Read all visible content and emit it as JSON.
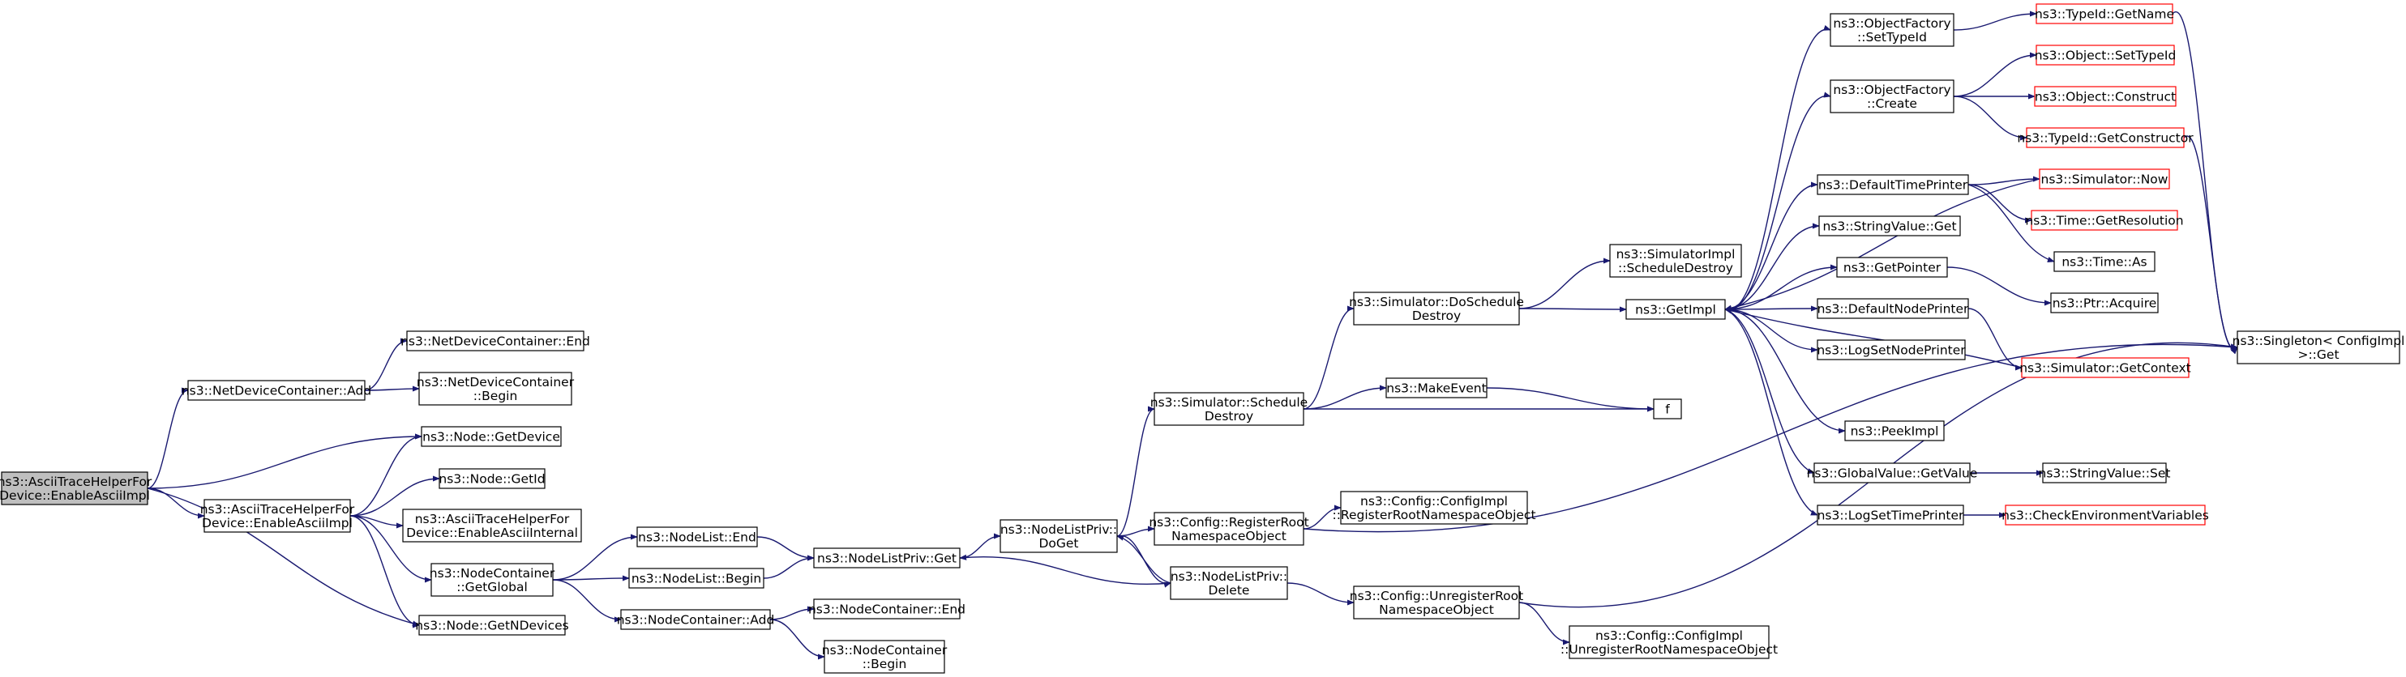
{
  "colors": {
    "edge": "#191970",
    "root_fill": "#bfbfbf",
    "node_border": "#000000",
    "external_border": "#ff0000",
    "external_text": "#ff0000",
    "text": "#000000"
  },
  "nodes": {
    "n_root": {
      "lines": [
        "ns3::AsciiTraceHelperFor",
        "Device::EnableAsciiImpl"
      ],
      "kind": "root"
    },
    "n_ndc_add": {
      "lines": [
        "ns3::NetDeviceContainer::Add"
      ],
      "kind": "normal"
    },
    "n_ndc_end": {
      "lines": [
        "ns3::NetDeviceContainer::End"
      ],
      "kind": "normal"
    },
    "n_ndc_begin": {
      "lines": [
        "ns3::NetDeviceContainer",
        "::Begin"
      ],
      "kind": "normal"
    },
    "n_getdevice": {
      "lines": [
        "ns3::Node::GetDevice"
      ],
      "kind": "normal"
    },
    "n_ath_impl": {
      "lines": [
        "ns3::AsciiTraceHelperFor",
        "Device::EnableAsciiImpl"
      ],
      "kind": "normal"
    },
    "n_getid": {
      "lines": [
        "ns3::Node::GetId"
      ],
      "kind": "normal"
    },
    "n_ath_int": {
      "lines": [
        "ns3::AsciiTraceHelperFor",
        "Device::EnableAsciiInternal"
      ],
      "kind": "normal"
    },
    "n_nc_global": {
      "lines": [
        "ns3::NodeContainer",
        "::GetGlobal"
      ],
      "kind": "normal"
    },
    "n_getndev": {
      "lines": [
        "ns3::Node::GetNDevices"
      ],
      "kind": "normal"
    },
    "n_nl_end": {
      "lines": [
        "ns3::NodeList::End"
      ],
      "kind": "normal"
    },
    "n_nl_begin": {
      "lines": [
        "ns3::NodeList::Begin"
      ],
      "kind": "normal"
    },
    "n_nc_add": {
      "lines": [
        "ns3::NodeContainer::Add"
      ],
      "kind": "normal"
    },
    "n_nlp_get": {
      "lines": [
        "ns3::NodeListPriv::Get"
      ],
      "kind": "normal"
    },
    "n_nc_end": {
      "lines": [
        "ns3::NodeContainer::End"
      ],
      "kind": "normal"
    },
    "n_nc_begin": {
      "lines": [
        "ns3::NodeContainer",
        "::Begin"
      ],
      "kind": "normal"
    },
    "n_nlp_doget": {
      "lines": [
        "ns3::NodeListPriv::",
        "DoGet"
      ],
      "kind": "normal"
    },
    "n_nlp_del": {
      "lines": [
        "ns3::NodeListPriv::",
        "Delete"
      ],
      "kind": "normal"
    },
    "n_sim_sched": {
      "lines": [
        "ns3::Simulator::Schedule",
        "Destroy"
      ],
      "kind": "normal"
    },
    "n_cfg_reg": {
      "lines": [
        "ns3::Config::RegisterRoot",
        "NamespaceObject"
      ],
      "kind": "normal"
    },
    "n_cfgimpl_reg": {
      "lines": [
        "ns3::Config::ConfigImpl",
        "::RegisterRootNamespaceObject"
      ],
      "kind": "normal"
    },
    "n_cfg_unreg": {
      "lines": [
        "ns3::Config::UnregisterRoot",
        "NamespaceObject"
      ],
      "kind": "normal"
    },
    "n_cfgimpl_unreg": {
      "lines": [
        "ns3::Config::ConfigImpl",
        "::UnregisterRootNamespaceObject"
      ],
      "kind": "normal"
    },
    "n_sim_dosched": {
      "lines": [
        "ns3::Simulator::DoSchedule",
        "Destroy"
      ],
      "kind": "normal"
    },
    "n_makeevent": {
      "lines": [
        "ns3::MakeEvent"
      ],
      "kind": "normal"
    },
    "n_f": {
      "lines": [
        "f"
      ],
      "kind": "normal"
    },
    "n_simimpl_sched": {
      "lines": [
        "ns3::SimulatorImpl",
        "::ScheduleDestroy"
      ],
      "kind": "normal"
    },
    "n_getimpl": {
      "lines": [
        "ns3::GetImpl"
      ],
      "kind": "normal"
    },
    "n_of_settype": {
      "lines": [
        "ns3::ObjectFactory",
        "::SetTypeId"
      ],
      "kind": "normal"
    },
    "n_of_create": {
      "lines": [
        "ns3::ObjectFactory",
        "::Create"
      ],
      "kind": "normal"
    },
    "n_dtp": {
      "lines": [
        "ns3::DefaultTimePrinter"
      ],
      "kind": "normal"
    },
    "n_sv_get": {
      "lines": [
        "ns3::StringValue::Get"
      ],
      "kind": "normal"
    },
    "n_getpointer": {
      "lines": [
        "ns3::GetPointer"
      ],
      "kind": "normal"
    },
    "n_dnp": {
      "lines": [
        "ns3::DefaultNodePrinter"
      ],
      "kind": "normal"
    },
    "n_lsnp": {
      "lines": [
        "ns3::LogSetNodePrinter"
      ],
      "kind": "normal"
    },
    "n_peekimpl": {
      "lines": [
        "ns3::PeekImpl"
      ],
      "kind": "normal"
    },
    "n_gv_get": {
      "lines": [
        "ns3::GlobalValue::GetValue"
      ],
      "kind": "normal"
    },
    "n_lstp": {
      "lines": [
        "ns3::LogSetTimePrinter"
      ],
      "kind": "normal"
    },
    "n_tid_name": {
      "lines": [
        "ns3::TypeId::GetName"
      ],
      "kind": "external"
    },
    "n_obj_settype": {
      "lines": [
        "ns3::Object::SetTypeId"
      ],
      "kind": "external"
    },
    "n_obj_construct": {
      "lines": [
        "ns3::Object::Construct"
      ],
      "kind": "external"
    },
    "n_tid_ctor": {
      "lines": [
        "ns3::TypeId::GetConstructor"
      ],
      "kind": "external"
    },
    "n_sim_now": {
      "lines": [
        "ns3::Simulator::Now"
      ],
      "kind": "external"
    },
    "n_time_res": {
      "lines": [
        "ns3::Time::GetResolution"
      ],
      "kind": "external"
    },
    "n_time_as": {
      "lines": [
        "ns3::Time::As"
      ],
      "kind": "normal"
    },
    "n_ptr_acq": {
      "lines": [
        "ns3::Ptr::Acquire"
      ],
      "kind": "normal"
    },
    "n_sim_ctx": {
      "lines": [
        "ns3::Simulator::GetContext"
      ],
      "kind": "external"
    },
    "n_sv_set": {
      "lines": [
        "ns3::StringValue::Set"
      ],
      "kind": "normal"
    },
    "n_checkenv": {
      "lines": [
        "ns3::CheckEnvironmentVariables"
      ],
      "kind": "external"
    },
    "n_singleton": {
      "lines": [
        "ns3::Singleton< ConfigImpl",
        " >::Get"
      ],
      "kind": "normal"
    }
  }
}
